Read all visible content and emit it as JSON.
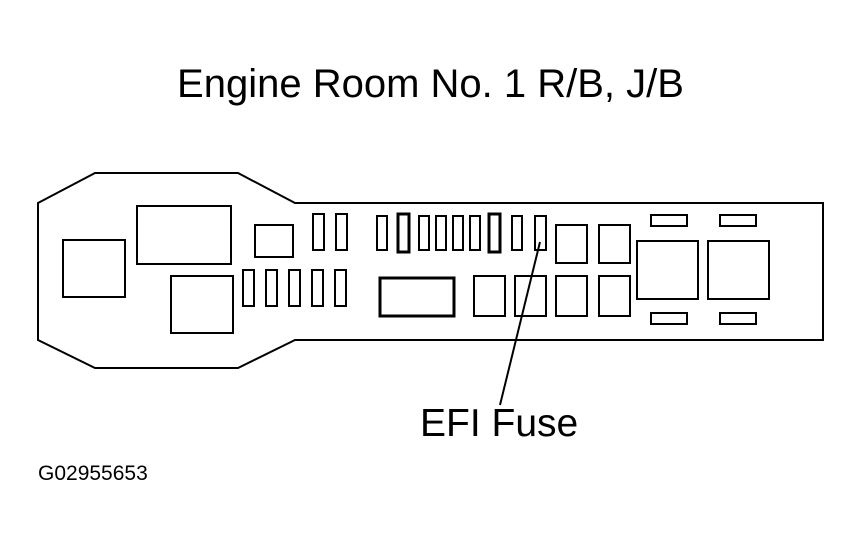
{
  "title": "Engine Room No. 1 R/B, J/B",
  "callout_label": "EFI Fuse",
  "figure_id": "G02955653",
  "colors": {
    "line": "#000000",
    "background": "#ffffff"
  }
}
